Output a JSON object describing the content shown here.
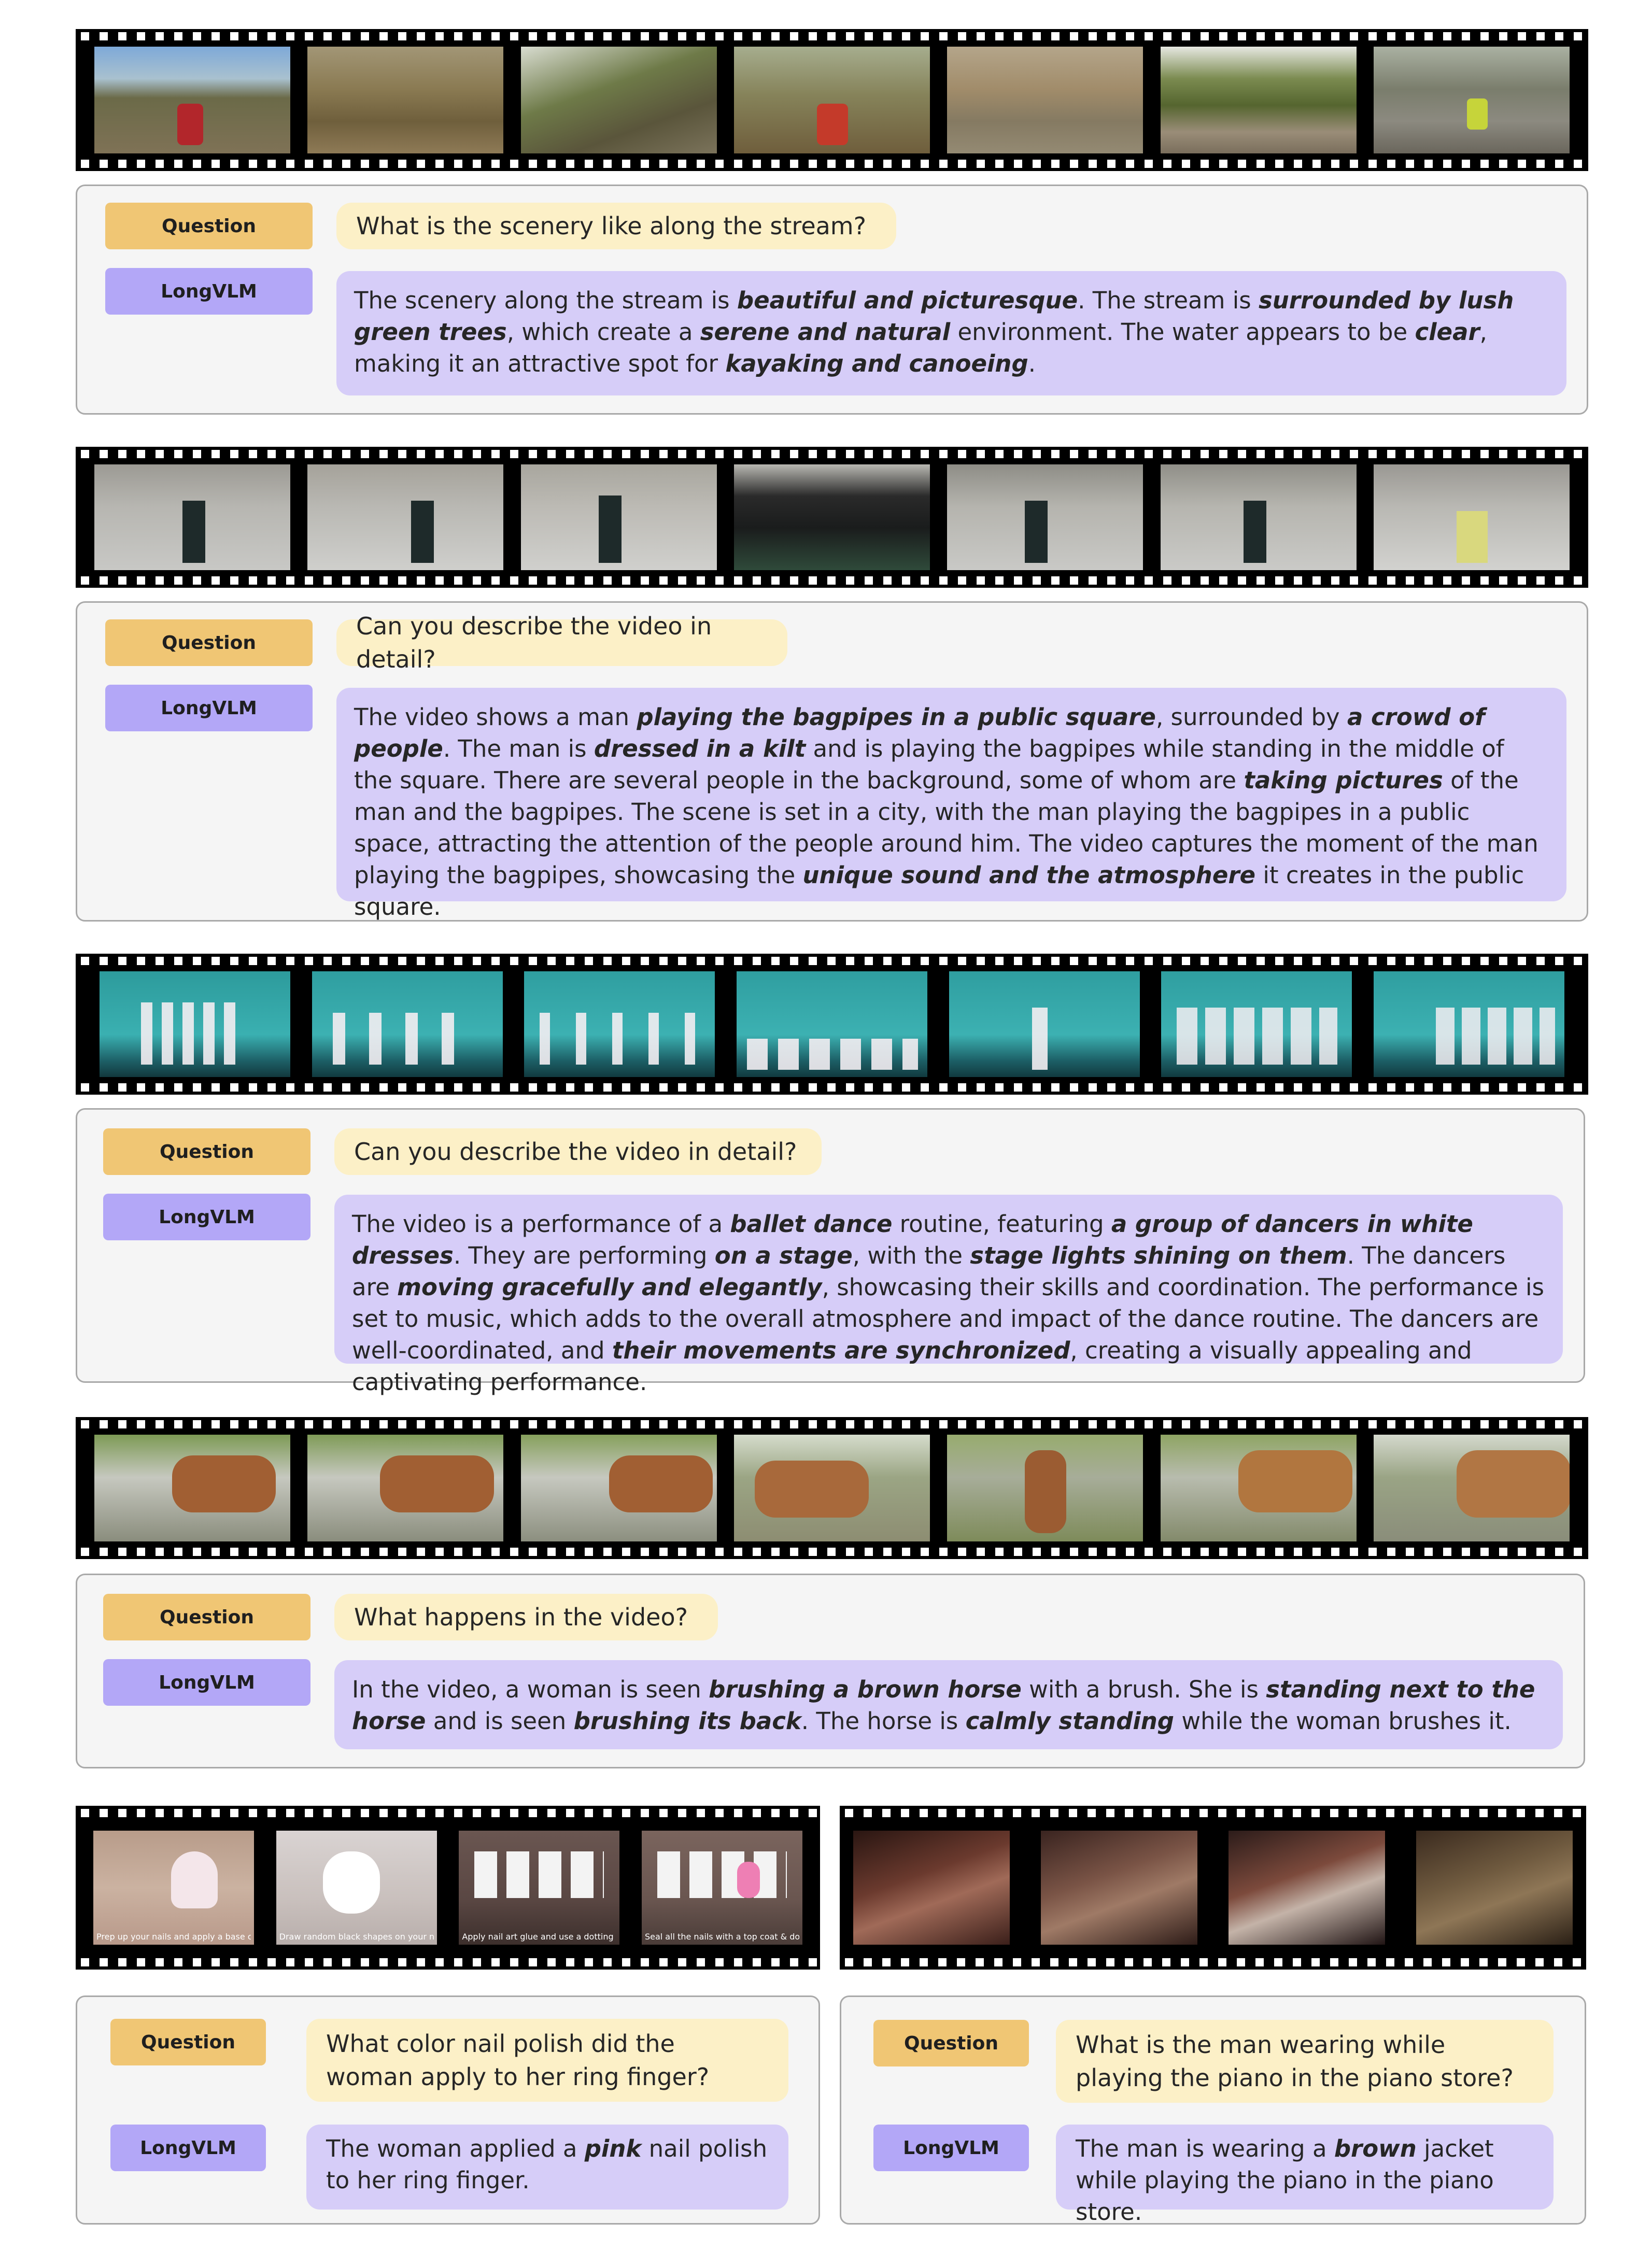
{
  "tags": {
    "question": "Question",
    "answer": "LongVLM"
  },
  "examples": [
    {
      "question": "What is the scenery like along the stream?",
      "answer": [
        {
          "t": "The scenery along the stream is "
        },
        {
          "t": "beautiful and picturesque",
          "em": true
        },
        {
          "t": ". The stream is "
        },
        {
          "t": "surrounded by lush green trees",
          "em": true
        },
        {
          "t": ", which create a "
        },
        {
          "t": "serene and natural",
          "em": true
        },
        {
          "t": " environment. The water appears to be "
        },
        {
          "t": "clear",
          "em": true
        },
        {
          "t": ", making it an attractive spot for "
        },
        {
          "t": "kayaking and canoeing",
          "em": true
        },
        {
          "t": "."
        }
      ]
    },
    {
      "question": "Can you describe the video in detail?",
      "answer": [
        {
          "t": "The video shows a man "
        },
        {
          "t": "playing the bagpipes in a public square",
          "em": true
        },
        {
          "t": ", surrounded by "
        },
        {
          "t": "a crowd of people",
          "em": true
        },
        {
          "t": ". The man is "
        },
        {
          "t": "dressed in a kilt",
          "em": true
        },
        {
          "t": " and is playing the bagpipes while standing in the middle of the square. There are several people in the background, some of whom are "
        },
        {
          "t": "taking pictures",
          "em": true
        },
        {
          "t": " of the man and the bagpipes. The scene is set in a city, with the man playing the bagpipes in a public space, attracting the attention of the people around him. The video captures the moment of the man playing the bagpipes, showcasing the "
        },
        {
          "t": "unique sound and the atmosphere",
          "em": true
        },
        {
          "t": " it creates in the public square."
        }
      ]
    },
    {
      "question": "Can you describe the video in detail?",
      "answer": [
        {
          "t": "The video is a performance of a "
        },
        {
          "t": "ballet dance",
          "em": true
        },
        {
          "t": " routine, featuring "
        },
        {
          "t": "a group of dancers in white dresses",
          "em": true
        },
        {
          "t": ". They are performing "
        },
        {
          "t": "on a stage",
          "em": true
        },
        {
          "t": ", with the "
        },
        {
          "t": "stage lights shining on them",
          "em": true
        },
        {
          "t": ". The dancers are "
        },
        {
          "t": "moving gracefully and elegantly",
          "em": true
        },
        {
          "t": ", showcasing their skills and coordination. The performance is set to music, which adds to the overall atmosphere and impact of the dance routine. The dancers are well-coordinated, and "
        },
        {
          "t": "their movements are synchronized",
          "em": true
        },
        {
          "t": ", creating a visually appealing and captivating performance."
        }
      ]
    },
    {
      "question": "What happens in the video?",
      "answer": [
        {
          "t": "In the video, a woman is seen "
        },
        {
          "t": "brushing a brown horse",
          "em": true
        },
        {
          "t": " with a brush. She is "
        },
        {
          "t": "standing next to the horse",
          "em": true
        },
        {
          "t": " and is seen "
        },
        {
          "t": "brushing its back",
          "em": true
        },
        {
          "t": ". The horse is "
        },
        {
          "t": "calmly standing",
          "em": true
        },
        {
          "t": " while the woman brushes it."
        }
      ]
    },
    {
      "question": "What color nail polish did the woman apply to her ring finger?",
      "answer": [
        {
          "t": "The woman applied a "
        },
        {
          "t": "pink",
          "em": true
        },
        {
          "t": " nail polish to her ring finger."
        }
      ]
    },
    {
      "question": "What is the man wearing while playing the piano in the piano store?",
      "answer": [
        {
          "t": "The man is wearing a "
        },
        {
          "t": "brown",
          "em": true
        },
        {
          "t": " jacket while playing the piano in the piano store."
        }
      ]
    }
  ],
  "nail_captions": [
    "Prep up your nails and apply a base coat!",
    "Draw random black shapes on your nails... Dont make perfect shapes , paint randomly!",
    "Apply nail art glue and use a dotting tool to stick two black rhinestones!",
    "Seal all the nails with a top coat & done !"
  ]
}
